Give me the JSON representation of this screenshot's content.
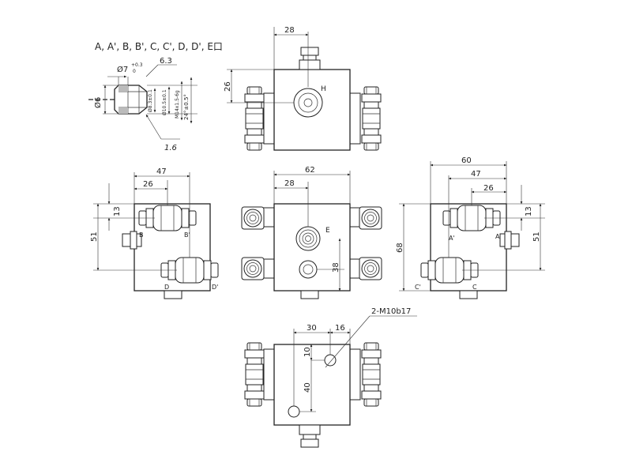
{
  "legend": "A, A', B, B', C, C', D, D', E口",
  "detail": {
    "d7": "Ø7",
    "d7_tol": "+0.3",
    "d7_tol0": "0",
    "r63": "6.3",
    "d6": "Ø6",
    "dim_a": "Ø8.3±0.1",
    "dim_b": "Ø10.5±0.1",
    "thread": "M14x1.5-6g",
    "angle": "24°±0.5°",
    "r16": "1.6"
  },
  "top_view": {
    "w28": "28",
    "h26": "26",
    "port": "H"
  },
  "left_view": {
    "w47": "47",
    "w26": "26",
    "h13": "13",
    "h51": "51",
    "ports": [
      "B",
      "B'",
      "D",
      "D'"
    ]
  },
  "front_view": {
    "w62": "62",
    "w28": "28",
    "h38": "38",
    "port": "E"
  },
  "right_view": {
    "w60": "60",
    "w47": "47",
    "w26": "26",
    "h13": "13",
    "h51": "51",
    "h68": "68",
    "ports": [
      "A'",
      "A",
      "C'",
      "C"
    ]
  },
  "bottom_view": {
    "w30": "30",
    "w16": "16",
    "h10": "10",
    "h40": "40",
    "holes": "2-M10b17"
  }
}
